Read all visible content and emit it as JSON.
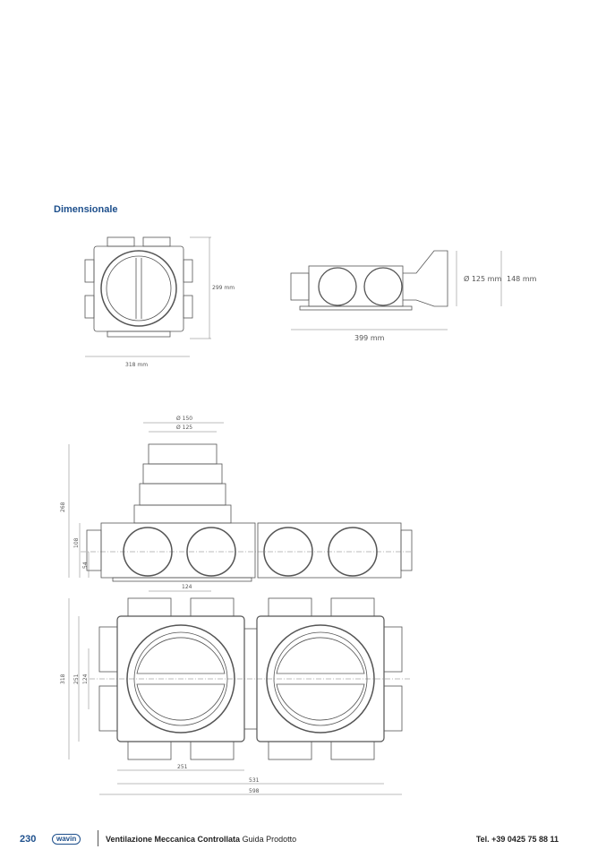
{
  "section_title": "Dimensionale",
  "top_left": {
    "height": "299 mm",
    "width": "318 mm"
  },
  "top_right": {
    "diameter": "Ø 125 mm",
    "height": "148 mm",
    "length": "399 mm"
  },
  "front_view": {
    "d_outer": "Ø 150",
    "d_inner": "Ø 125",
    "total_height": "268",
    "box_height": "108",
    "axis_height": "54",
    "spacing": "124"
  },
  "plan_view": {
    "height": "318",
    "inner_height": "251",
    "spacing_v": "124",
    "module_width": "251",
    "inner_width": "531",
    "total_width": "598"
  },
  "footer": {
    "page_number": "230",
    "logo": "wavin",
    "title_bold": "Ventilazione Meccanica Controllata",
    "title_light": "Guida Prodotto",
    "phone": "Tel. +39 0425 75 88 11"
  }
}
